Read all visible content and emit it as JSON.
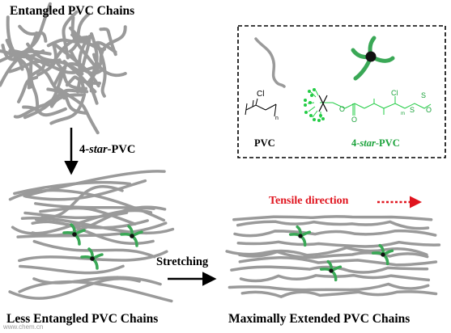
{
  "labels": {
    "top_title": "Entangled PVC Chains",
    "arrow_label_prefix": "4-",
    "arrow_label_star": "star",
    "arrow_label_suffix": "-PVC",
    "less_entangled": "Less Entangled PVC Chains",
    "stretching": "Stretching",
    "extended": "Maximally Extended PVC Chains",
    "tensile": "Tensile direction"
  },
  "legend_box": {
    "pvc_label": "PVC",
    "star_label_prefix": "4-",
    "star_label_star": "star",
    "star_label_suffix": "-PVC",
    "pvc_cl": "Cl",
    "pvc_n": "n",
    "star_cl": "Cl",
    "star_m": "m",
    "star_s1": "S",
    "star_s2": "S",
    "star_o1": "O",
    "star_o2": "O",
    "star_o3": "O"
  },
  "watermark": "www.chem.cn",
  "colors": {
    "chain_gray": "#9a9a9a",
    "star_green": "#3aa856",
    "chem_green": "#22cc44",
    "red_accent": "#e0141e",
    "core_black": "#111111"
  }
}
